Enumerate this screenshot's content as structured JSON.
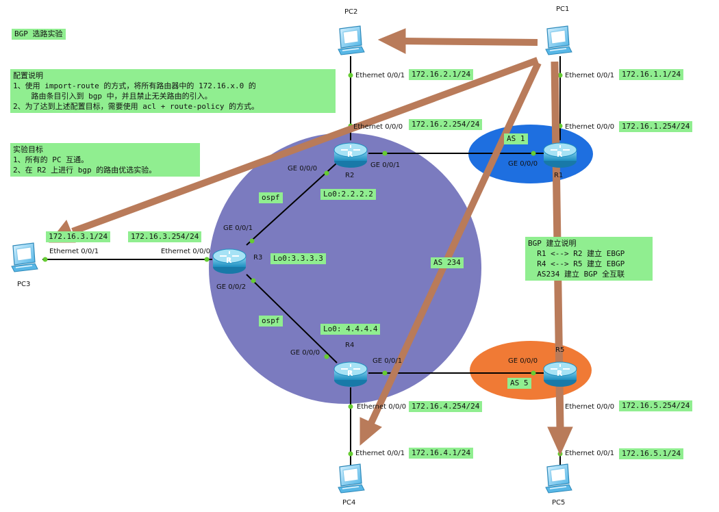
{
  "title": "BGP 选路实验",
  "config_note": {
    "heading": "配置说明",
    "lines": [
      "1、使用 import-route 的方式，将所有路由器中的 172.16.x.0 的",
      "    路由条目引入到 bgp 中，并且禁止无关路由的引入。",
      "2、为了达到上述配置目标，需要使用 acl + route-policy 的方式。"
    ]
  },
  "goal_note": {
    "heading": "实验目标",
    "lines": [
      "1、所有的 PC 互通。",
      "2、在 R2 上进行 bgp 的路由优选实验。"
    ]
  },
  "bgp_note": {
    "heading": "BGP 建立说明",
    "lines": [
      "  R1 <--> R2 建立 EBGP",
      "  R4 <--> R5 建立 EBGP",
      "  AS234 建立 BGP 全互联"
    ]
  },
  "areas": {
    "as1": "AS 1",
    "as5": "AS 5",
    "as234": "AS 234",
    "ospf_upper": "ospf",
    "ospf_lower": "ospf"
  },
  "devices": {
    "pc1": "PC1",
    "pc2": "PC2",
    "pc3": "PC3",
    "pc4": "PC4",
    "pc5": "PC5",
    "r1": "R1",
    "r2": "R2",
    "r3": "R3",
    "r4": "R4",
    "r5": "R5",
    "router_glyph": "R"
  },
  "loopbacks": {
    "r2": "Lo0:2.2.2.2",
    "r3": "Lo0:3.3.3.3",
    "r4": "Lo0: 4.4.4.4"
  },
  "interfaces": {
    "pc2_eth": "Ethernet 0/0/1",
    "r2_eth": "Ethernet 0/0/0",
    "pc1_eth": "Ethernet 0/0/1",
    "r1_eth": "Ethernet 0/0/0",
    "r2_ge000": "GE 0/0/0",
    "r2_ge001": "GE 0/0/1",
    "r1_ge000": "GE 0/0/0",
    "r3_ge001": "GE 0/0/1",
    "r3_ge002": "GE 0/0/2",
    "pc3_eth": "Ethernet 0/0/1",
    "r3_eth": "Ethernet 0/0/0",
    "r4_ge000": "GE 0/0/0",
    "r4_ge001": "GE 0/0/1",
    "r5_ge000": "GE 0/0/0",
    "r4_eth": "Ethernet 0/0/0",
    "pc4_eth": "Ethernet 0/0/1",
    "r5_eth": "Ethernet 0/0/0",
    "pc5_eth": "Ethernet 0/0/1"
  },
  "addresses": {
    "pc2": "172.16.2.1/24",
    "r2": "172.16.2.254/24",
    "pc1": "172.16.1.1/24",
    "r1": "172.16.1.254/24",
    "pc3": "172.16.3.1/24",
    "r3": "172.16.3.254/24",
    "r4": "172.16.4.254/24",
    "pc4": "172.16.4.1/24",
    "r5": "172.16.5.254/24",
    "pc5": "172.16.5.1/24"
  },
  "colors": {
    "as234": "#7b7bbf",
    "as1": "#1e6fe0",
    "as5": "#f07a35",
    "arrow": "#b97b5a",
    "tag": "#90ee90",
    "router": "#2fa8d5",
    "link": "#000000",
    "port": "#66cc33"
  }
}
